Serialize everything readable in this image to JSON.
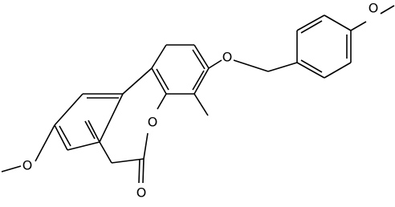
{
  "atoms": {
    "o_right_methoxy": "O",
    "o_ether": "O",
    "o_ring": "O",
    "o_carbonyl": "O",
    "o_left_methoxy": "O"
  }
}
